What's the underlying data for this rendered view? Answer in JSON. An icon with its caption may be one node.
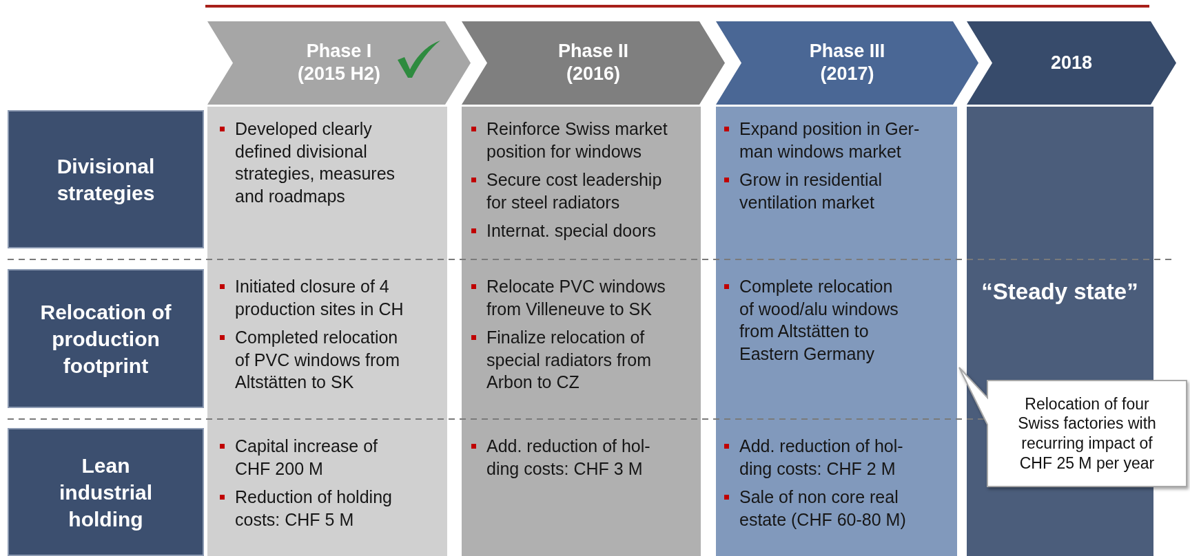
{
  "diagram": {
    "nodes": [
      {
        "text": [
          "Phase I (2015 H2)"
        ]
      },
      {
        "text": [
          "Phase II (2016)"
        ]
      },
      {
        "text": [
          "Phase III (2017)"
        ]
      },
      {
        "text": [
          "2018"
        ]
      },
      {
        "text": [
          "Divisional strategies"
        ]
      },
      {
        "text": [
          "Relocation of production footprint"
        ]
      },
      {
        "text": [
          "Lean industrial holding"
        ]
      },
      {
        "text": [],
        "shape": "box"
      },
      {
        "text": [
          "Developed clearly defined divisional strategies, measures and roadmaps"
        ],
        "in": 7
      },
      {
        "text": [
          "Initiated closure of 4 production sites in CH",
          "Completed relocation of PVC windows from Altstätten to SK"
        ],
        "in": 7
      },
      {
        "text": [
          "Capital increase of CHF 200 M",
          "Reduction of holding costs: CHF 5 M"
        ],
        "in": 7
      },
      {
        "text": [],
        "shape": "box"
      },
      {
        "text": [
          "Reinforce Swiss market position for windows",
          "Secure cost leadership for steel radiators",
          "Internat. special doors"
        ],
        "in": 11
      },
      {
        "text": [
          "Relocate PVC windows from Villeneuve to SK",
          "Finalize relocation of special radiators from Arbon to CZ"
        ],
        "in": 11
      },
      {
        "text": [
          "Add. reduction of hol-ding costs: CHF 3 M"
        ],
        "in": 11
      },
      {
        "text": [],
        "shape": "box"
      },
      {
        "text": [
          "Expand position in Ger-man windows market",
          "Grow in residential ventilation market"
        ],
        "in": 15
      },
      {
        "text": [
          "Complete relocation of wood/alu windows from Altstätten to Eastern Germany"
        ],
        "in": 15
      },
      {
        "text": [
          "Add. reduction of hol-ding costs: CHF 2 M",
          "Sale of non core real estate (CHF 60-80 M)"
        ],
        "in": 15
      },
      {
        "text": [
          "“Steady state”"
        ]
      },
      {
        "text": [
          "Relocation of four Swiss factories with recurring impact of CHF 25 M per year"
        ]
      }
    ]
  }
}
